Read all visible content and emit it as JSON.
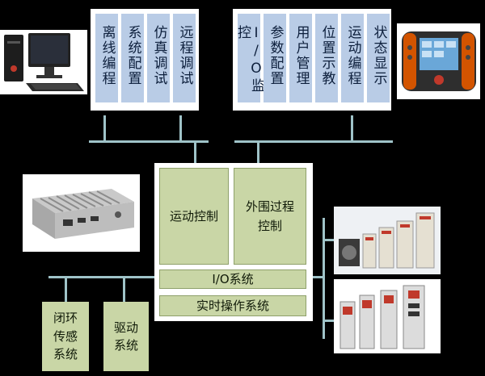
{
  "left_group": {
    "modules": [
      "离线编程",
      "系统配置",
      "仿真调试",
      "远程调试"
    ]
  },
  "right_group": {
    "modules": [
      "I/O监控",
      "参数配置",
      "用户管理",
      "位置示教",
      "运动编程",
      "状态显示"
    ]
  },
  "controller": {
    "motion_control": "运动控制",
    "peripheral_process_1": "外围过程",
    "peripheral_process_2": "控制",
    "io_system": "I/O系统",
    "rtos": "实时操作系统"
  },
  "bottom": {
    "closed_loop_1": "闭环",
    "closed_loop_2": "传感",
    "closed_loop_3": "系统",
    "drive_1": "驱动",
    "drive_2": "系统"
  },
  "colors": {
    "background": "#000000",
    "module_fill": "#b9cce6",
    "controller_fill": "#c9d6a6",
    "connector": "#9fc3c8"
  }
}
